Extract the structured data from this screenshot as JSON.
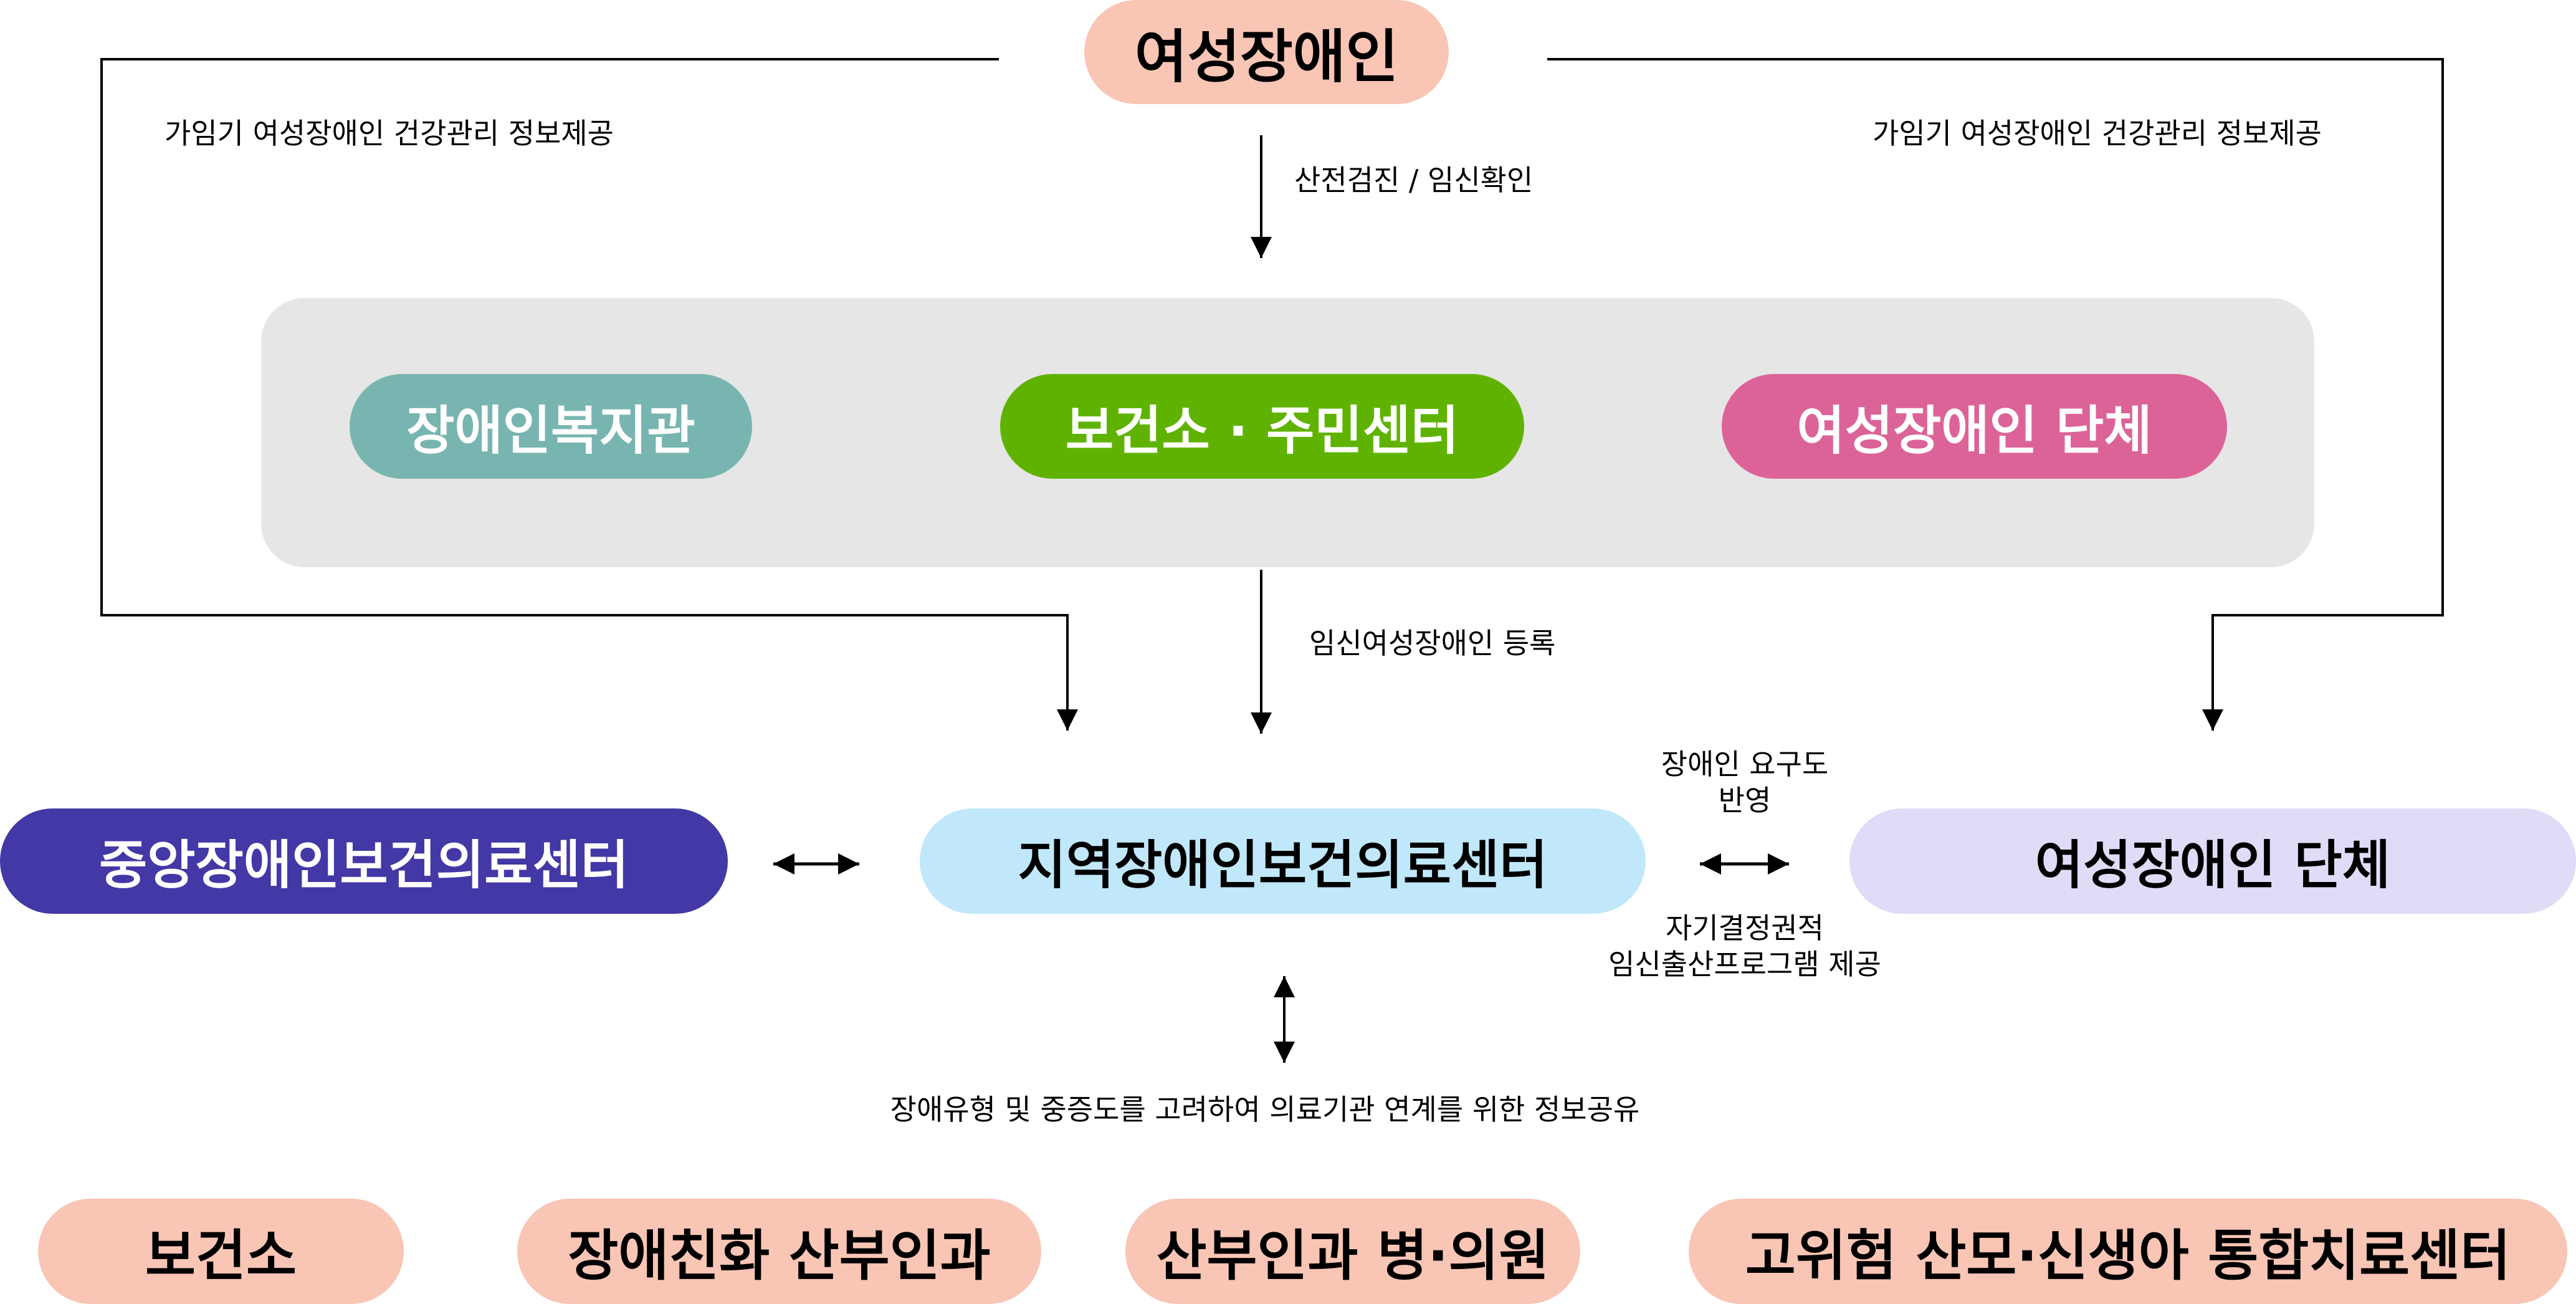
{
  "colors": {
    "peach": "#F9C5B5",
    "panel_gray": "#E6E6E6",
    "teal": "#78B5B0",
    "green": "#5FB300",
    "pink": "#DC6398",
    "purple": "#4238A6",
    "light_blue": "#C0E8FA",
    "lavender": "#E0DCF7"
  },
  "top_node": {
    "label": "여성장애인"
  },
  "side_labels": {
    "left": "가임기 여성장애인 건강관리 정보제공",
    "right": "가임기 여성장애인 건강관리 정보제공"
  },
  "edge_labels": {
    "checkup": "산전검진 / 임신확인",
    "registration": "임신여성장애인 등록",
    "needs_line1": "장애인 요구도",
    "needs_line2": "반영",
    "program_line1": "자기결정권적",
    "program_line2": "임신출산프로그램 제공",
    "info_sharing": "장애유형 및 중증도를 고려하여 의료기관 연계를 위한 정보공유"
  },
  "community_group": {
    "nodes": [
      {
        "label": "장애인복지관"
      },
      {
        "label": "보건소 · 주민센터"
      },
      {
        "label": "여성장애인 단체"
      }
    ]
  },
  "center_row": {
    "central_center": "중앙장애인보건의료센터",
    "regional_center": "지역장애인보건의료센터",
    "women_org": "여성장애인 단체"
  },
  "medical_institutions": [
    {
      "label": "보건소"
    },
    {
      "label": "장애친화 산부인과"
    },
    {
      "label": "산부인과 병·의원"
    },
    {
      "label": "고위험 산모·신생아 통합치료센터"
    }
  ]
}
